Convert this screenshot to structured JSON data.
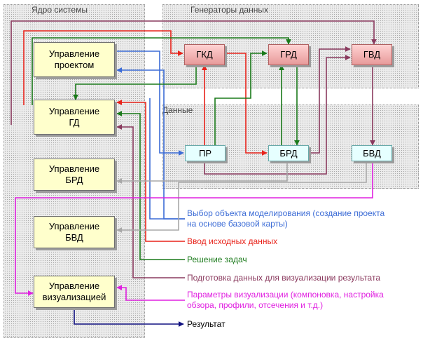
{
  "zones": {
    "core": "Ядро системы",
    "generators": "Генераторы данных",
    "data": "Данные"
  },
  "modules": {
    "project": "Управление\nпроектом",
    "gd": "Управление\nГД",
    "brd": "Управление\nБРД",
    "bvd": "Управление\nБВД",
    "vis": "Управление\nвизуализацией"
  },
  "generators": {
    "gkd": "ГКД",
    "grd": "ГРД",
    "gvd": "ГВД"
  },
  "data_nodes": {
    "pr": "ПР",
    "brd": "БРД",
    "bvd": "БВД"
  },
  "legend": {
    "select_line1": "Выбор объекта моделирования (создание проекта",
    "select_line2": "на основе базовой карты)",
    "input": "Ввод исходных данных",
    "tasks": "Решение задач",
    "prep": "Подготовка данных для визуализации результата",
    "params_line1": "Параметры визуализации (компоновка, настройка",
    "params_line2": "обзора, профили, отсечения и т.д.)",
    "result": "Результат"
  },
  "colors": {
    "blue": "#3c6cd6",
    "red": "#e8221a",
    "green": "#1a7a1a",
    "purple": "#8a3a5e",
    "gray": "#a8a8a8",
    "magenta": "#e020e0",
    "navy": "#101080"
  }
}
